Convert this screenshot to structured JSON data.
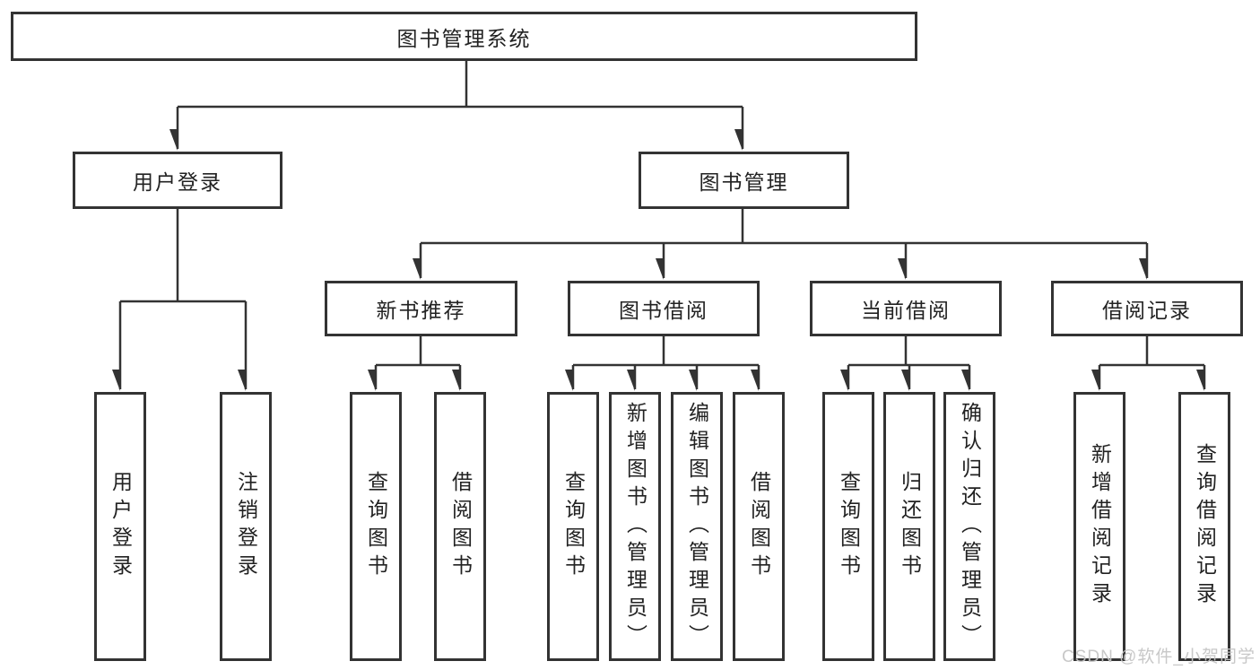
{
  "watermark": "CSDN @软件_小贺同学",
  "colors": {
    "line": "#333333",
    "box_border": "#333333",
    "text": "#222222",
    "watermark": "#c5c5c5",
    "background": "#ffffff"
  },
  "tree": {
    "root": "图书管理系统",
    "branches": [
      {
        "label": "用户登录",
        "children": [
          "用户登录",
          "注销登录"
        ]
      },
      {
        "label": "图书管理",
        "sections": [
          {
            "label": "新书推荐",
            "children": [
              "查询图书",
              "借阅图书"
            ]
          },
          {
            "label": "图书借阅",
            "children": [
              "查询图书",
              "新增图书（管理员）",
              "编辑图书（管理员）",
              "借阅图书"
            ]
          },
          {
            "label": "当前借阅",
            "children": [
              "查询图书",
              "归还图书",
              "确认归还（管理员）"
            ]
          },
          {
            "label": "借阅记录",
            "children": [
              "新增借阅记录",
              "查询借阅记录"
            ]
          }
        ]
      }
    ]
  }
}
